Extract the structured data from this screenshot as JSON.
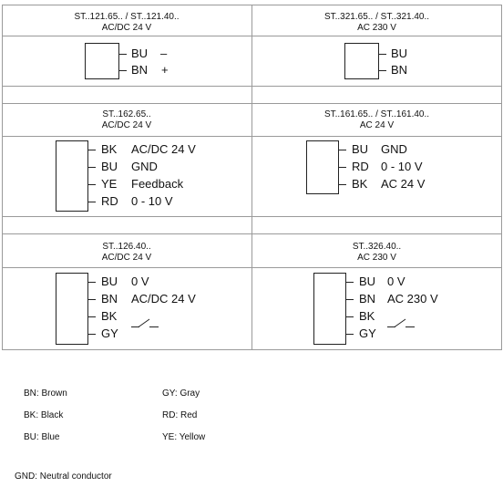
{
  "cells": [
    {
      "id": "c1",
      "title": "ST..121.65.. / ST..121.40..",
      "subtitle": "AC/DC 24 V",
      "pins": [
        {
          "code": "BU",
          "value": "–"
        },
        {
          "code": "BN",
          "value": "+"
        }
      ]
    },
    {
      "id": "c2",
      "title": "ST..321.65.. / ST..321.40..",
      "subtitle": "AC 230 V",
      "pins": [
        {
          "code": "BU",
          "value": ""
        },
        {
          "code": "BN",
          "value": ""
        }
      ]
    },
    {
      "id": "c3",
      "title": "ST..162.65..",
      "subtitle": "AC/DC 24 V",
      "pins": [
        {
          "code": "BK",
          "value": "AC/DC 24 V"
        },
        {
          "code": "BU",
          "value": "GND"
        },
        {
          "code": "YE",
          "value": "Feedback"
        },
        {
          "code": "RD",
          "value": "0 - 10 V"
        }
      ]
    },
    {
      "id": "c4",
      "title": "ST..161.65.. / ST..161.40..",
      "subtitle": "AC 24 V",
      "pins": [
        {
          "code": "BU",
          "value": "GND"
        },
        {
          "code": "RD",
          "value": "0 - 10 V"
        },
        {
          "code": "BK",
          "value": "AC 24 V"
        }
      ]
    },
    {
      "id": "c5",
      "title": "ST..126.40..",
      "subtitle": "AC/DC 24 V",
      "pins": [
        {
          "code": "BU",
          "value": "0 V"
        },
        {
          "code": "BN",
          "value": "AC/DC 24 V"
        },
        {
          "code": "BK",
          "value": ""
        },
        {
          "code": "GY",
          "value": ""
        }
      ]
    },
    {
      "id": "c6",
      "title": "ST..326.40..",
      "subtitle": "AC 230 V",
      "pins": [
        {
          "code": "BU",
          "value": "0 V"
        },
        {
          "code": "BN",
          "value": "AC 230 V"
        },
        {
          "code": "BK",
          "value": ""
        },
        {
          "code": "GY",
          "value": ""
        }
      ]
    }
  ],
  "legend": {
    "bn": "BN:  Brown",
    "bk": "BK:  Black",
    "bu": "BU:  Blue",
    "gy": "GY:  Gray",
    "rd": "RD:  Red",
    "ye": "YE:  Yellow",
    "gnd": "GND:  Neutral conductor"
  },
  "colors": {
    "line": "#222222",
    "grid": "#9a9a9a"
  }
}
